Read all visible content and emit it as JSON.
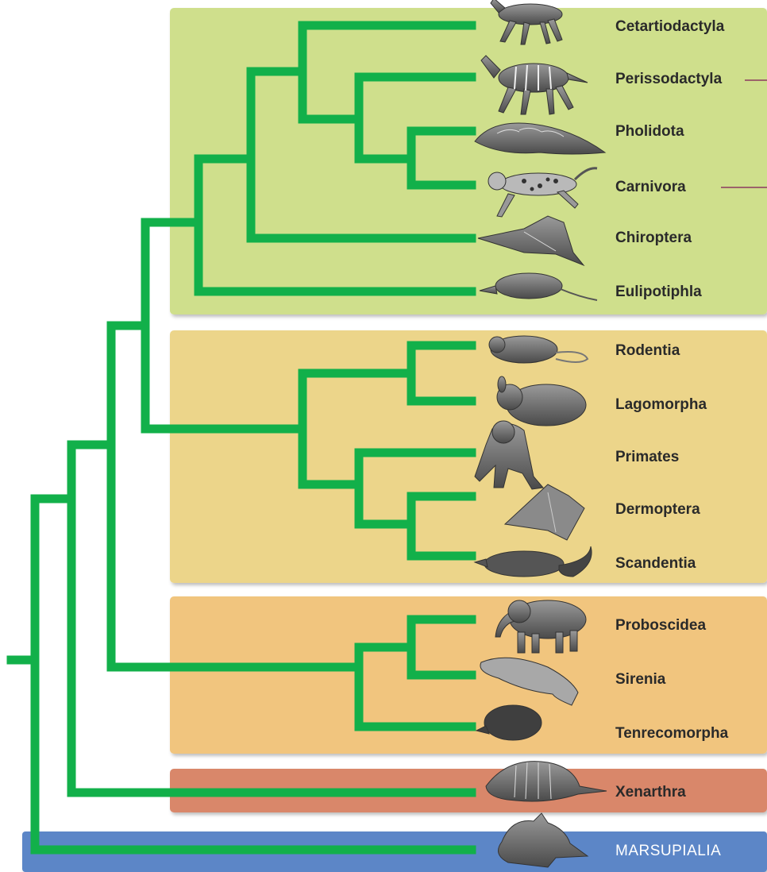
{
  "taxa": [
    {
      "id": "cetartiodactyla",
      "name": "Cetartiodactyla",
      "animal": "deer-icon"
    },
    {
      "id": "perissodactyla",
      "name": "Perissodactyla",
      "animal": "zebra-icon"
    },
    {
      "id": "pholidota",
      "name": "Pholidota",
      "animal": "pangolin-icon"
    },
    {
      "id": "carnivora",
      "name": "Carnivora",
      "animal": "jaguar-icon"
    },
    {
      "id": "chiroptera",
      "name": "Chiroptera",
      "animal": "bat-icon"
    },
    {
      "id": "eulipotiphla",
      "name": "Eulipotiphla",
      "animal": "shrew-icon"
    },
    {
      "id": "rodentia",
      "name": "Rodentia",
      "animal": "rat-icon"
    },
    {
      "id": "lagomorpha",
      "name": "Lagomorpha",
      "animal": "rabbit-icon"
    },
    {
      "id": "primates",
      "name": "Primates",
      "animal": "gorilla-icon"
    },
    {
      "id": "dermoptera",
      "name": "Dermoptera",
      "animal": "colugo-icon"
    },
    {
      "id": "scandentia",
      "name": "Scandentia",
      "animal": "treeshrew-icon"
    },
    {
      "id": "proboscidea",
      "name": "Proboscidea",
      "animal": "elephant-icon"
    },
    {
      "id": "sirenia",
      "name": "Sirenia",
      "animal": "manatee-icon"
    },
    {
      "id": "tenrecomorpha",
      "name": "Tenrecomorpha",
      "animal": "tenrec-icon"
    },
    {
      "id": "xenarthra",
      "name": "Xenarthra",
      "animal": "armadillo-icon"
    },
    {
      "id": "marsupialia",
      "name": "MARSUPIALIA",
      "animal": "kangaroo-icon"
    }
  ],
  "groups": [
    {
      "id": "laurasiatheria",
      "color": "#cfdf8c"
    },
    {
      "id": "euarchontoglires",
      "color": "#ecd58a"
    },
    {
      "id": "afrotheria",
      "color": "#f1c57e"
    },
    {
      "id": "xenarthra",
      "color": "#d9876a"
    },
    {
      "id": "marsupialia",
      "color": "#5b86c7"
    }
  ],
  "colors": {
    "branch": "#12b04a",
    "label": "#2a2a2a",
    "pointer": "#8c3a5e"
  }
}
